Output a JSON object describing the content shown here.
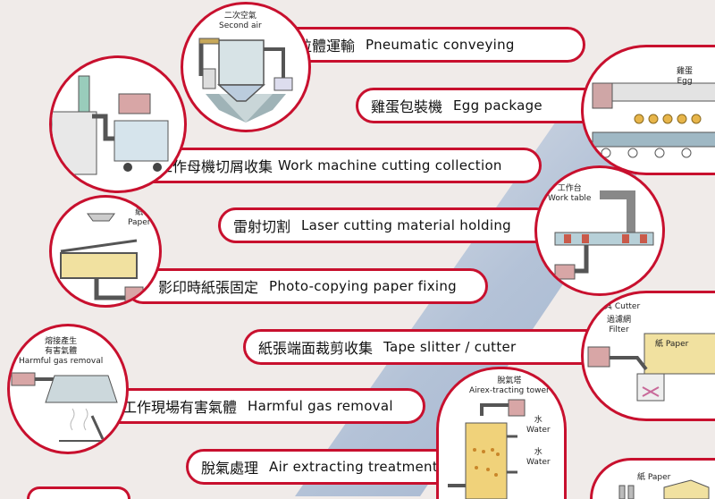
{
  "items": {
    "pneumatic": {
      "zh": "粉粒體運輸",
      "en": "Pneumatic conveying",
      "label_zh": "二次空氣",
      "label_en": "Second air"
    },
    "egg": {
      "zh": "雞蛋包裝機",
      "en": "Egg package",
      "label_zh": "雞蛋",
      "label_en": "Egg"
    },
    "machine": {
      "zh": "工作母機切屑收集",
      "en": "Work machine cutting collection"
    },
    "laser": {
      "zh": "雷射切割",
      "en": "Laser cutting material holding",
      "label_zh": "工作台",
      "label_en": "Work table"
    },
    "photo": {
      "zh": "影印時紙張固定",
      "en": "Photo-copying paper fixing",
      "label_zh": "紙",
      "label_en": "Paper"
    },
    "tape": {
      "zh": "紙張端面裁剪收集",
      "en": "Tape slitter / cutter",
      "cutter_zh": "刀具",
      "cutter_en": "Cutter",
      "filter_zh": "過濾網",
      "filter_en": "Filter",
      "paper_zh": "紙",
      "paper_en": "Paper"
    },
    "harmful": {
      "zh": "工作現場有害氣體",
      "en": "Harmful gas removal",
      "label_zh1": "熔接產生",
      "label_zh2": "有害氣體",
      "label_en": "Harmful gas removal"
    },
    "air": {
      "zh": "脫氣處理",
      "en": "Air extracting treatment",
      "tower_zh": "脫氣塔",
      "tower_en": "Airex-tracting tower",
      "water_zh": "水",
      "water_en": "Water"
    },
    "partial": {
      "label_zh": "紙",
      "label_en": "Paper"
    }
  },
  "colors": {
    "accent": "#c8102e",
    "stripe": "#aebfd6",
    "background": "#f0ebe9"
  }
}
